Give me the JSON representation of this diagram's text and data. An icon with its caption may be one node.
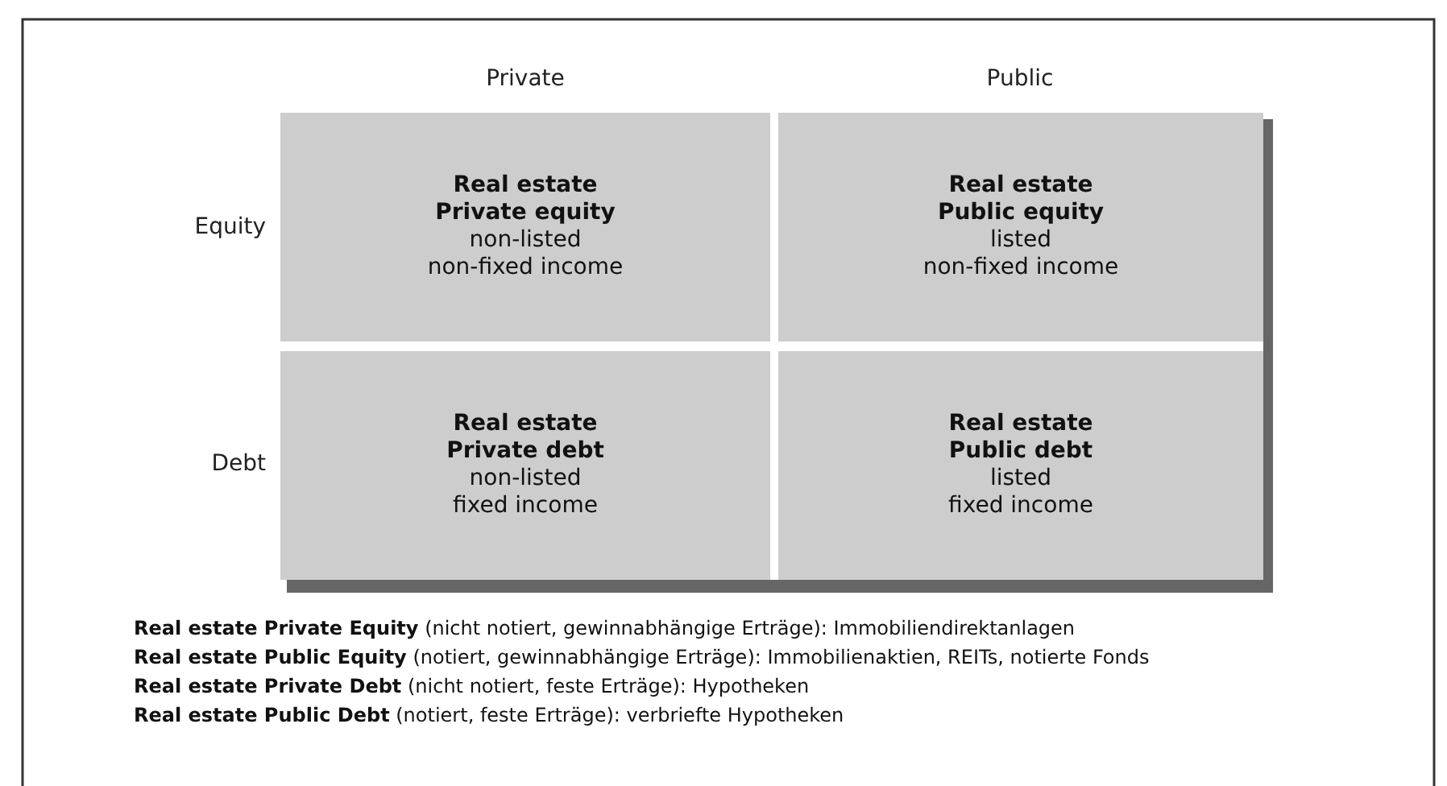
{
  "diagram": {
    "nodes": [
      {
        "text": [
          "Real estate",
          "Private equity",
          "non-listed",
          "non-fixed income"
        ]
      },
      {
        "text": [
          "Real estate",
          "Public equity",
          "listed",
          "non-fixed income"
        ]
      },
      {
        "text": [
          "Real estate",
          "Private debt",
          "non-listed",
          "fixed income"
        ]
      },
      {
        "text": [
          "Real estate",
          "Public debt",
          "listed",
          "fixed income"
        ]
      }
    ],
    "labels": [
      "Private",
      "Public",
      "Equity",
      "Debt",
      "**Real estate Private Equity** (nicht notiert, gewinnabhängige Erträge): Immobiliendirektanlagen",
      "**Real estate Public Equity** (notiert, gewinnabhängige Erträge): Immobilienaktien, REITs, notierte Fonds",
      "**Real estate Private Debt** (nicht notiert, feste Erträge): Hypotheken",
      "**Real estate Public Debt** (notiert, feste Erträge): verbriefte Hypotheken"
    ]
  }
}
